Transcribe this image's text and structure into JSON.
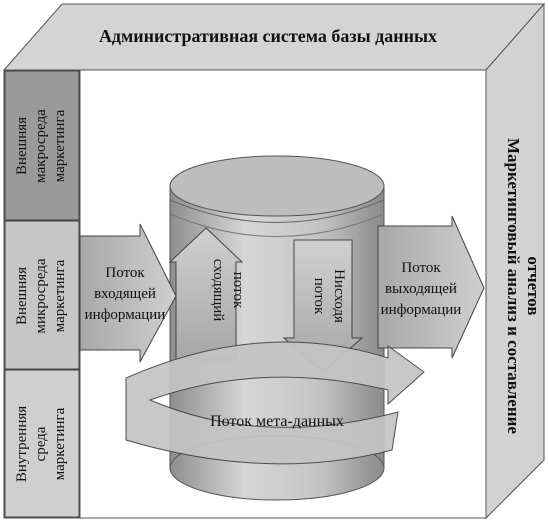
{
  "title": "Административная система базы данных",
  "right_panel": {
    "line1": "Маркетинговый анализ и составление",
    "line2": "отчетов"
  },
  "left_panels": [
    {
      "lines": [
        "Внешняя",
        "макросреда",
        "маркетинга"
      ]
    },
    {
      "lines": [
        "Внешняя",
        "микросреда",
        "маркетинга"
      ]
    },
    {
      "lines": [
        "Внутренняя",
        "среда",
        "маркетинга"
      ]
    }
  ],
  "incoming_flow": [
    "Поток",
    "входящей",
    "информации"
  ],
  "outgoing_flow": [
    "Поток",
    "выходящей",
    "информации"
  ],
  "ascending_flow": [
    "сходящий",
    "поток"
  ],
  "descending_flow": [
    "Нисходя",
    "поток"
  ],
  "meta_flow": "Поток мета-данных"
}
